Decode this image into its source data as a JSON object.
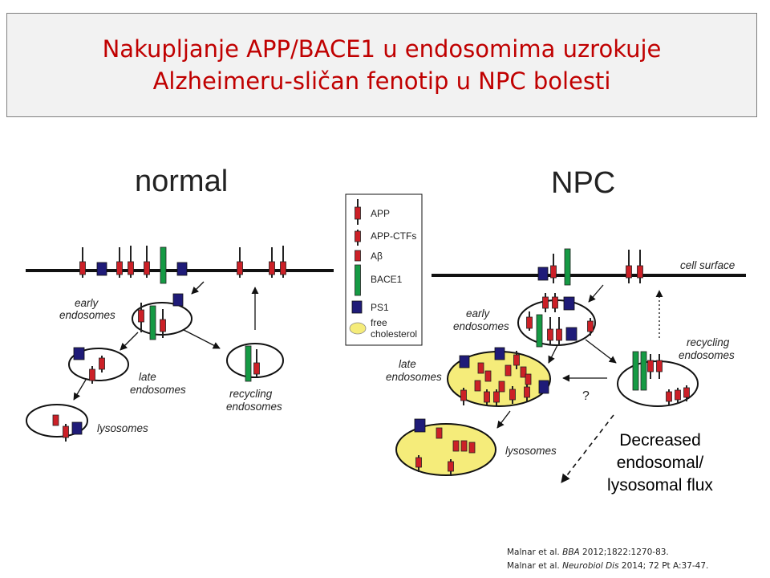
{
  "slide": {
    "title_line1": "Nakupljanje APP/BACE1 u endosomima uzrokuje",
    "title_line2": "Alzheimeru-sličan fenotip u NPC bolesti"
  },
  "colors": {
    "title": "#c00000",
    "app_red": "#cc2027",
    "bace1_green": "#159a44",
    "ps1_blue": "#1f1b78",
    "cholesterol_yellow": "#f5ec7a",
    "membrane": "#111111"
  },
  "diagram": {
    "normal": {
      "heading": "normal",
      "early_label_1": "early",
      "early_label_2": "endosomes",
      "late_label_1": "late",
      "late_label_2": "endosomes",
      "lysosomes_label": "lysosomes",
      "recycling_label_1": "recycling",
      "recycling_label_2": "endosomes"
    },
    "npc": {
      "heading": "NPC",
      "cell_surface_label": "cell surface",
      "early_label_1": "early",
      "early_label_2": "endosomes",
      "late_label_1": "late",
      "late_label_2": "endosomes",
      "lysosomes_label": "lysosomes",
      "recycling_label_1": "recycling",
      "recycling_label_2": "endosomes",
      "question_mark": "?"
    },
    "legend": {
      "items": [
        {
          "key": "app",
          "label": "APP"
        },
        {
          "key": "app_ctfs",
          "label": "APP-CTFs"
        },
        {
          "key": "abeta",
          "label": "Aβ"
        },
        {
          "key": "bace1",
          "label": "BACE1"
        },
        {
          "key": "ps1",
          "label": "PS1"
        }
      ],
      "cholesterol_line1": "free",
      "cholesterol_line2": "cholesterol"
    },
    "flux_note": {
      "line1": "Decreased",
      "line2": "endosomal/",
      "line3": "lysosomal flux"
    }
  },
  "references": [
    {
      "authors": "Malnar et al. ",
      "journal": "BBA",
      "rest": " 2012;1822:1270-83."
    },
    {
      "authors": "Malnar et al. ",
      "journal": "Neurobiol Dis",
      "rest": " 2014; 72 Pt A:37-47."
    }
  ]
}
